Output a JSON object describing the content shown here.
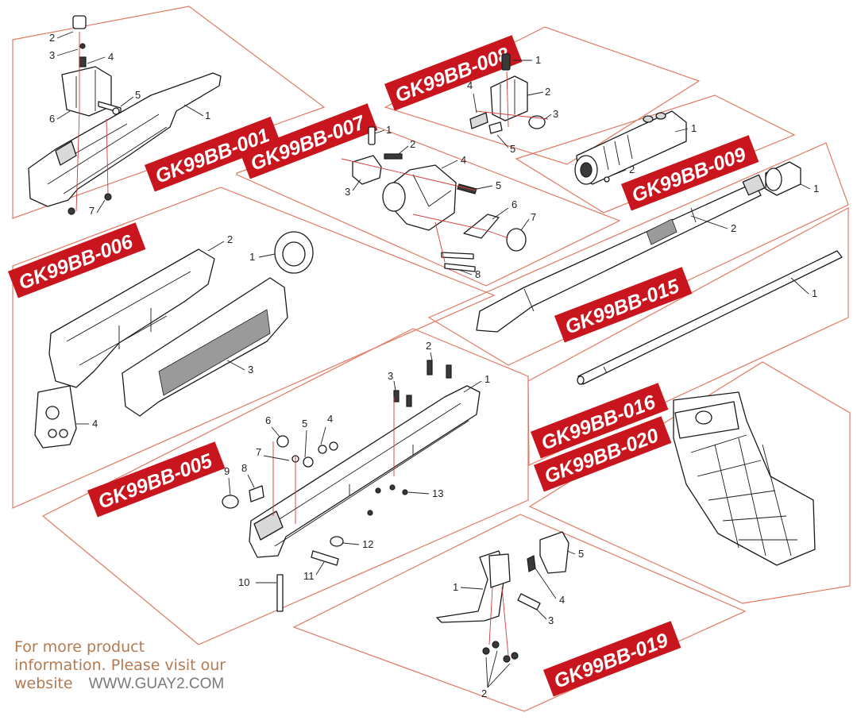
{
  "panels": [
    {
      "id": "p001",
      "code": "GK99BB-001",
      "callouts": [
        "1",
        "2",
        "3",
        "4",
        "5",
        "6",
        "7"
      ]
    },
    {
      "id": "p007",
      "code": "GK99BB-007",
      "callouts": [
        "1",
        "2",
        "3",
        "4",
        "5",
        "6",
        "7",
        "8"
      ]
    },
    {
      "id": "p008",
      "code": "GK99BB-008",
      "callouts": [
        "1",
        "2",
        "3",
        "4",
        "5"
      ]
    },
    {
      "id": "p009",
      "code": "GK99BB-009",
      "callouts": [
        "1",
        "2"
      ]
    },
    {
      "id": "p006",
      "code": "GK99BB-006",
      "callouts": [
        "1",
        "2",
        "3",
        "4"
      ]
    },
    {
      "id": "p015",
      "code": "GK99BB-015",
      "callouts": [
        "1",
        "2"
      ]
    },
    {
      "id": "p016",
      "code": "GK99BB-016",
      "callouts": [
        "1"
      ]
    },
    {
      "id": "p005",
      "code": "GK99BB-005",
      "callouts": [
        "1",
        "2",
        "3",
        "4",
        "5",
        "6",
        "7",
        "8",
        "9",
        "10",
        "11",
        "12",
        "13"
      ]
    },
    {
      "id": "p020",
      "code": "GK99BB-020",
      "callouts": []
    },
    {
      "id": "p019",
      "code": "GK99BB-019",
      "callouts": [
        "1",
        "2",
        "3",
        "4",
        "5"
      ]
    }
  ],
  "footer": {
    "line1": "For more product",
    "line2": "information. Please visit our",
    "line3": "website",
    "url": "WWW.GUAY2.COM"
  },
  "colors": {
    "tag": "#c9151e",
    "panel_border": "#e07a62",
    "footer_text": "#b37a52",
    "url_text": "#7a7a7a"
  }
}
